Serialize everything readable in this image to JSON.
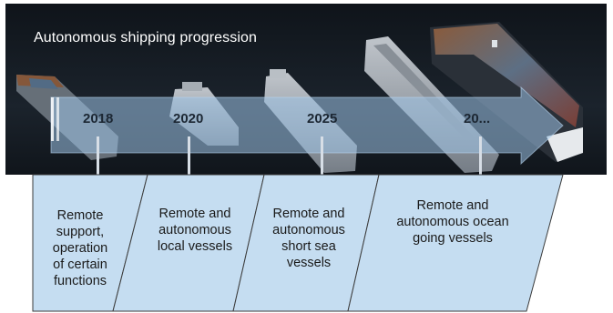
{
  "diagram": {
    "title": "Autonomous shipping progression",
    "milestones": [
      {
        "year": "2018"
      },
      {
        "year": "2020"
      },
      {
        "year": "2025"
      },
      {
        "year": "20..."
      }
    ],
    "phases": [
      {
        "lines": [
          "Remote",
          "support,",
          "operation",
          "of certain",
          "functions"
        ]
      },
      {
        "lines": [
          "Remote and",
          "autonomous",
          "local vessels"
        ]
      },
      {
        "lines": [
          "Remote and",
          "autonomous",
          "short sea",
          "vessels"
        ]
      },
      {
        "lines": [
          "Remote and",
          "autonomous ocean",
          "going vessels"
        ]
      }
    ]
  },
  "colors": {
    "background_dark": "#141a21",
    "arrow_fill": "#9cc3e6",
    "phase_fill": "#c5ddf1",
    "phase_border": "#3b3b3b",
    "tick": "#d7dee6"
  }
}
